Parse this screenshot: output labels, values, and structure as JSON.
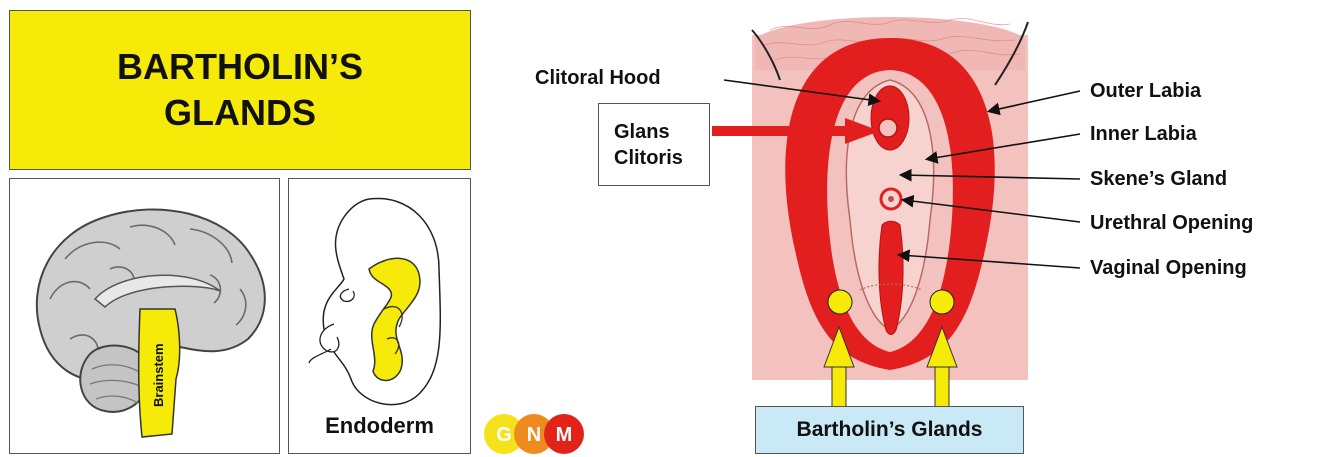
{
  "title": {
    "line1": "BARTHOLIN’S",
    "line2": "GLANDS"
  },
  "brain_panel": {
    "brainstem_label": "Brainstem"
  },
  "embryo_panel": {
    "germ_layer_label": "Endoderm"
  },
  "logo": {
    "letters": [
      "G",
      "N",
      "M"
    ],
    "colors": [
      "#f6e21a",
      "#ee8a1e",
      "#e2231a"
    ]
  },
  "anatomy": {
    "labels": {
      "clitoral_hood": "Clitoral Hood",
      "glans_clitoris_line1": "Glans",
      "glans_clitoris_line2": "Clitoris",
      "outer_labia": "Outer Labia",
      "inner_labia": "Inner Labia",
      "skenes_gland": "Skene’s Gland",
      "urethral_opening": "Urethral Opening",
      "vaginal_opening": "Vaginal Opening",
      "bartholins_glands": "Bartholin’s Glands"
    }
  },
  "colors": {
    "title_bg": "#f6ea08",
    "highlight_yellow": "#f6ea08",
    "labia_red": "#e21e1e",
    "skin_pink": "#f3c2be",
    "label_box_blue": "#c9e9f6"
  }
}
